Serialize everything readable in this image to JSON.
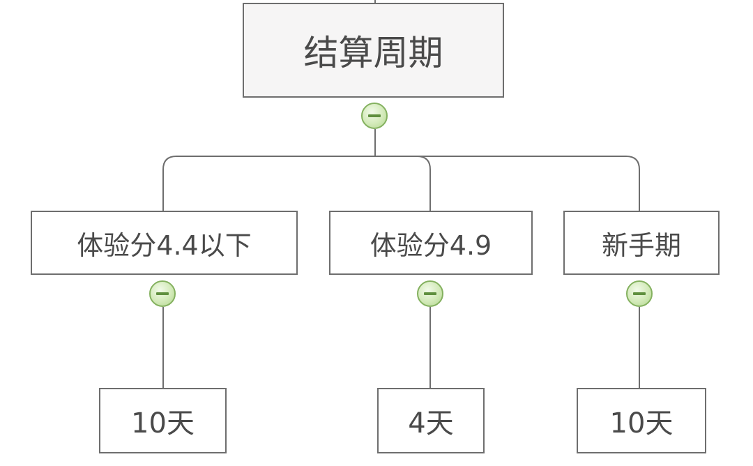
{
  "diagram": {
    "root": {
      "label": "结算周期"
    },
    "branches": [
      {
        "label": "体验分4.4以下",
        "child": {
          "label": "10天"
        }
      },
      {
        "label": "体验分4.9",
        "child": {
          "label": "4天"
        }
      },
      {
        "label": "新手期",
        "child": {
          "label": "10天"
        }
      }
    ]
  },
  "colors": {
    "line": "#6e6e6e",
    "box_border": "#6e6e6e",
    "root_fill": "#f6f5f5",
    "toggle_green": "#84b15f"
  },
  "icons": {
    "collapse": "minus-circle-icon"
  }
}
